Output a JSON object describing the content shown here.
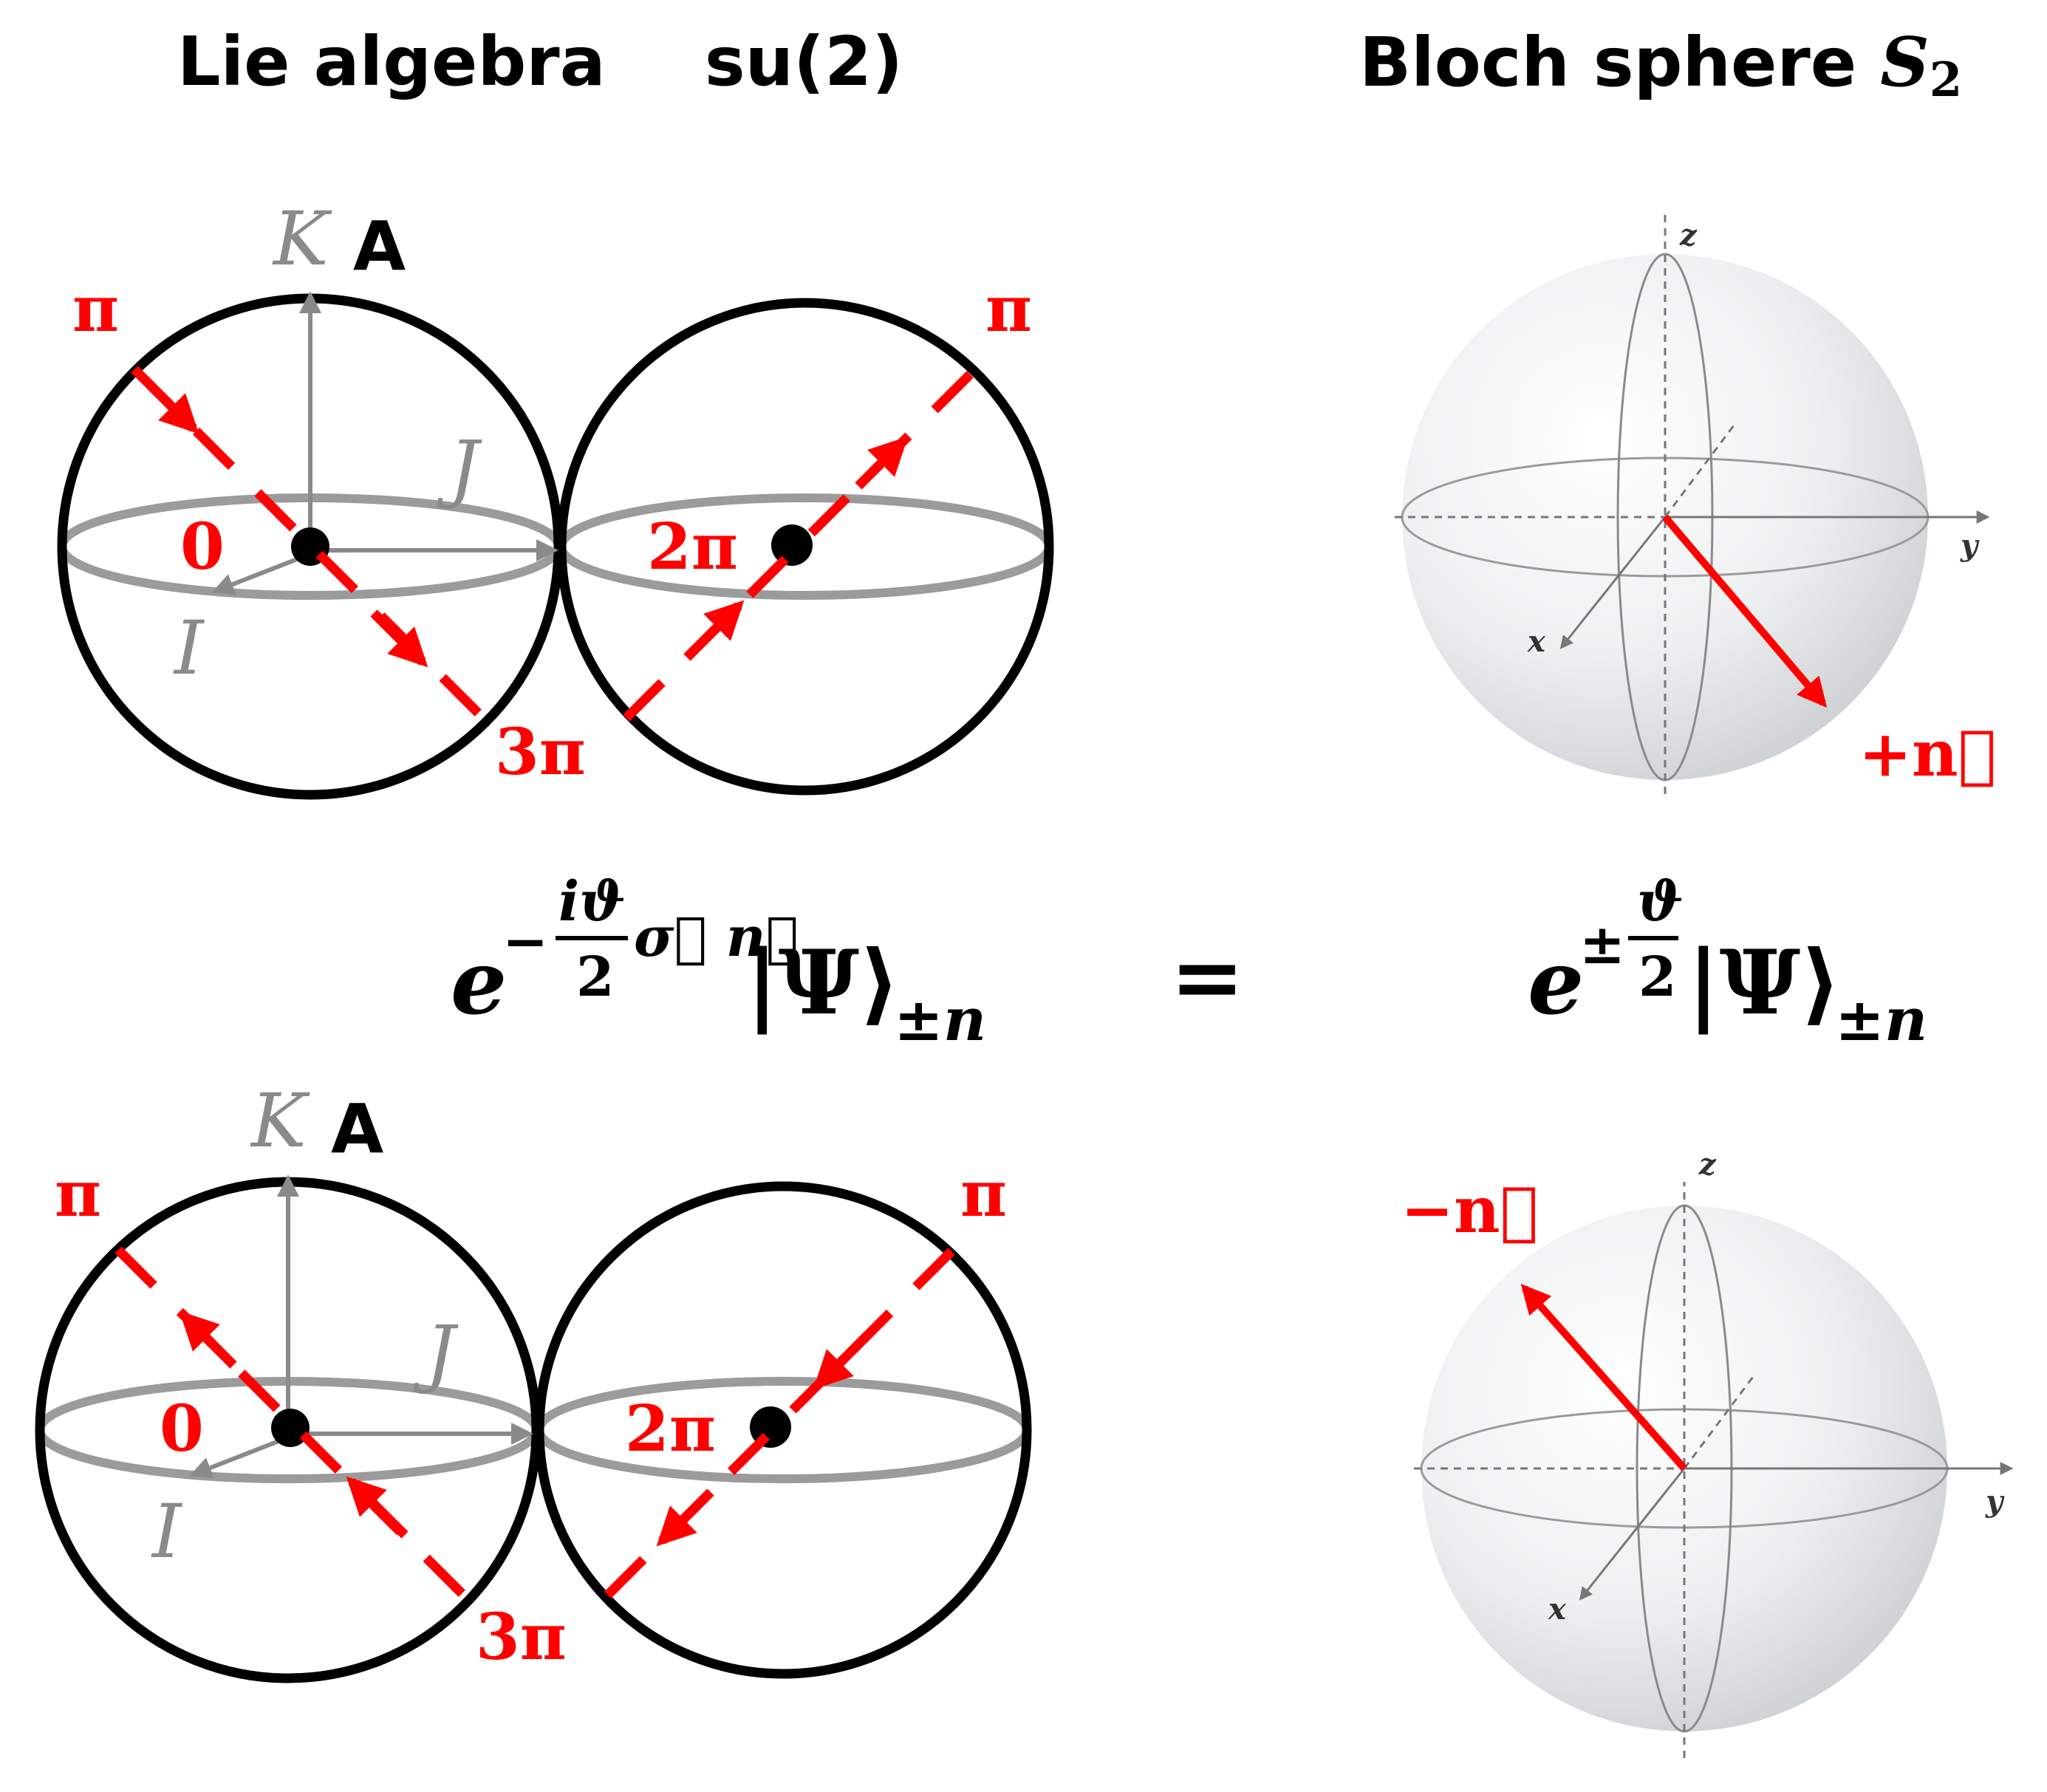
{
  "headers": {
    "left_title": "Lie algebra",
    "left_math": "su(2)",
    "right_title": "Bloch sphere",
    "right_math": "S",
    "right_math_sub": "2"
  },
  "lie_diagram": {
    "axis_k": "K",
    "axis_j": "J",
    "axis_i": "I",
    "panel_label": "A",
    "label_pi_left": "π",
    "label_pi_right": "π",
    "label_zero": "0",
    "label_two_pi": "2π",
    "label_three_pi": "3π"
  },
  "bloch": {
    "axis_z": "z",
    "axis_y": "y",
    "axis_x": "x",
    "top_vector_label": "+n⃗",
    "bottom_vector_label": "−n⃗"
  },
  "equation": {
    "lhs_base": "e",
    "lhs_sign": "−",
    "lhs_frac_num": "iϑ",
    "lhs_frac_den": "2",
    "lhs_tail": "σ⃗ n⃗",
    "lhs_ket": "|Ψ⟩",
    "lhs_sub": "±n",
    "equals": "=",
    "rhs_base": "e",
    "rhs_sign": "±",
    "rhs_frac_num": "ϑ",
    "rhs_frac_den": "2",
    "rhs_ket": "|Ψ⟩",
    "rhs_sub": "±n"
  },
  "colors": {
    "accent_red": "#ff0000",
    "axis_gray": "#8a8a8a",
    "outline_black": "#000000"
  }
}
